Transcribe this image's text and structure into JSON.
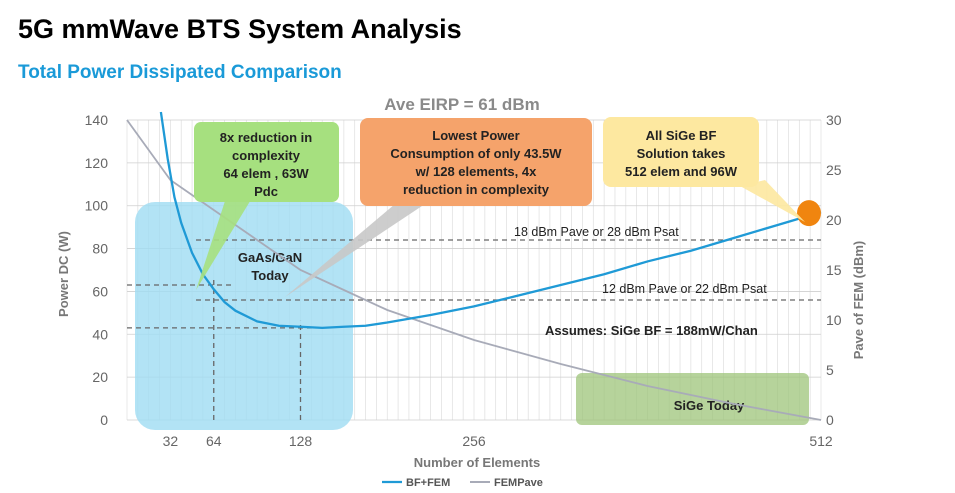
{
  "slide": {
    "title": "5G mmWave BTS System Analysis",
    "subtitle": "Total Power Dissipated Comparison"
  },
  "colors": {
    "bf_fem": "#1f9ad6",
    "fem_pave": "#a8abb8",
    "blue_region": "#9fdcf3",
    "green_region": "#9ec47a",
    "callout_green": "#a6e07f",
    "callout_orange": "#f5a36b",
    "callout_yellow": "#fde8a0",
    "marker_orange": "#f0850f",
    "subtitle_blue": "#1a9ad8"
  },
  "chart_data": {
    "type": "line",
    "title": "Ave EIRP = 61 dBm",
    "xlabel": "Number of Elements",
    "ylabel": "Power DC (W)",
    "y2label": "Pave of FEM (dBm)",
    "xlim": [
      0,
      512
    ],
    "ylim": [
      0,
      140
    ],
    "y2lim": [
      0,
      30
    ],
    "x_ticks": [
      32,
      64,
      128,
      256,
      512
    ],
    "y_ticks": [
      0,
      20,
      40,
      60,
      80,
      100,
      120,
      140
    ],
    "y2_ticks": [
      0,
      5,
      10,
      15,
      20,
      25,
      30
    ],
    "grid": true,
    "legend_position": "bottom",
    "series": [
      {
        "name": "BF+FEM",
        "axis": "left",
        "points": [
          [
            25,
            146
          ],
          [
            30,
            122
          ],
          [
            35,
            104
          ],
          [
            40,
            92
          ],
          [
            48,
            78
          ],
          [
            56,
            68
          ],
          [
            64,
            61
          ],
          [
            72,
            55
          ],
          [
            80,
            51
          ],
          [
            96,
            46
          ],
          [
            112,
            44
          ],
          [
            128,
            43.5
          ],
          [
            144,
            43
          ],
          [
            160,
            43.5
          ],
          [
            176,
            44
          ],
          [
            192,
            45.5
          ],
          [
            224,
            49
          ],
          [
            256,
            53
          ],
          [
            288,
            58
          ],
          [
            320,
            63
          ],
          [
            352,
            68
          ],
          [
            384,
            74
          ],
          [
            416,
            79
          ],
          [
            448,
            85
          ],
          [
            480,
            91
          ],
          [
            512,
            97
          ]
        ]
      },
      {
        "name": "FEMPave",
        "axis": "right",
        "points": [
          [
            0,
            30
          ],
          [
            16,
            27
          ],
          [
            32,
            24
          ],
          [
            48,
            22.5
          ],
          [
            64,
            21
          ],
          [
            80,
            19.5
          ],
          [
            96,
            18
          ],
          [
            112,
            16.5
          ],
          [
            128,
            15
          ],
          [
            160,
            13
          ],
          [
            192,
            11
          ],
          [
            224,
            9.5
          ],
          [
            256,
            8
          ],
          [
            288,
            6.8
          ],
          [
            320,
            5.6
          ],
          [
            352,
            4.5
          ],
          [
            384,
            3.4
          ],
          [
            416,
            2.5
          ],
          [
            448,
            1.6
          ],
          [
            480,
            0.8
          ],
          [
            512,
            0
          ]
        ]
      }
    ],
    "reference_lines": [
      {
        "label": "18 dBm Pave or 28 dBm Psat",
        "y2": 18
      },
      {
        "label": "12 dBm Pave or 22 dBm Psat",
        "y2": 12
      }
    ],
    "guide_points": [
      {
        "x": 64,
        "y": 63
      },
      {
        "x": 128,
        "y": 43
      }
    ],
    "regions": [
      {
        "label": "GaAs/GaN Today"
      },
      {
        "label": "SiGe Today"
      }
    ],
    "callouts": [
      {
        "text": [
          "8x reduction in",
          "complexity",
          "64 elem , 63W",
          "Pdc"
        ]
      },
      {
        "text": [
          "Lowest Power",
          "Consumption of only 43.5W",
          "w/ 128 elements, 4x",
          "reduction in complexity"
        ]
      },
      {
        "text": [
          "All SiGe BF",
          "Solution takes",
          "512 elem and 96W"
        ]
      }
    ],
    "annotation": "Assumes: SiGe BF = 188mW/Chan",
    "marker_point": {
      "x": 512,
      "y": 97
    }
  }
}
